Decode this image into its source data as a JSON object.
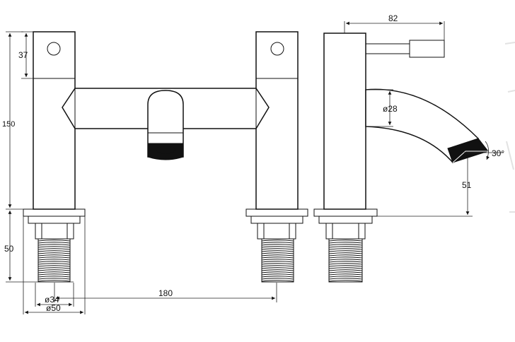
{
  "dimensions": {
    "side_height": "37",
    "total_height": "150",
    "base_height": "50",
    "pipe_diameter": "ø34",
    "base_diameter": "ø50",
    "centres": "180",
    "depth": "82",
    "spout_diameter": "ø28",
    "spout_angle": "30°",
    "spout_height": "51"
  }
}
